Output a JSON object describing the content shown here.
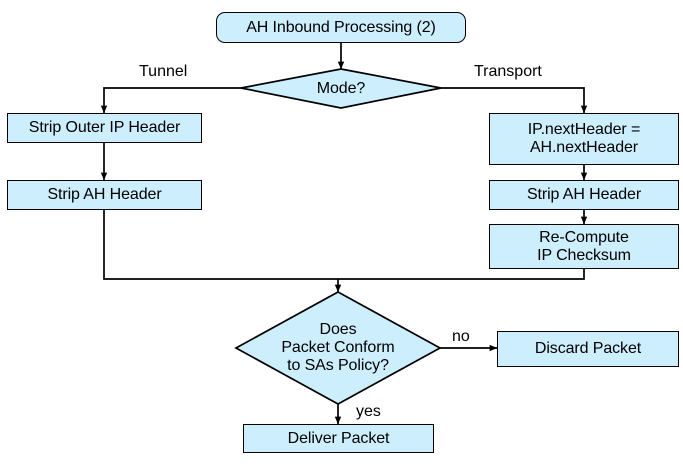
{
  "diagram": {
    "title": "AH Inbound Processing (2)",
    "theme": {
      "node_fill": "#cdeefc",
      "node_stroke": "#000000",
      "text_color": "#000000",
      "background": "#ffffff"
    },
    "nodes": [
      {
        "id": "start",
        "shape": "rounded-rect",
        "label": "AH Inbound Processing (2)"
      },
      {
        "id": "mode",
        "shape": "diamond",
        "label": "Mode?"
      },
      {
        "id": "strip_outer",
        "shape": "rect",
        "label": "Strip Outer IP Header"
      },
      {
        "id": "strip_ah_l",
        "shape": "rect",
        "label": "Strip AH Header"
      },
      {
        "id": "next_header",
        "shape": "rect",
        "label": "IP.nextHeader =\nAH.nextHeader"
      },
      {
        "id": "strip_ah_r",
        "shape": "rect",
        "label": "Strip AH Header"
      },
      {
        "id": "recompute",
        "shape": "rect",
        "label": "Re-Compute\nIP Checksum"
      },
      {
        "id": "conform",
        "shape": "diamond",
        "label": "Does\nPacket Conform\nto SAs Policy?"
      },
      {
        "id": "discard",
        "shape": "rect",
        "label": "Discard Packet"
      },
      {
        "id": "deliver",
        "shape": "rect",
        "label": "Deliver Packet"
      }
    ],
    "edge_labels": {
      "tunnel": "Tunnel",
      "transport": "Transport",
      "no": "no",
      "yes": "yes"
    }
  }
}
